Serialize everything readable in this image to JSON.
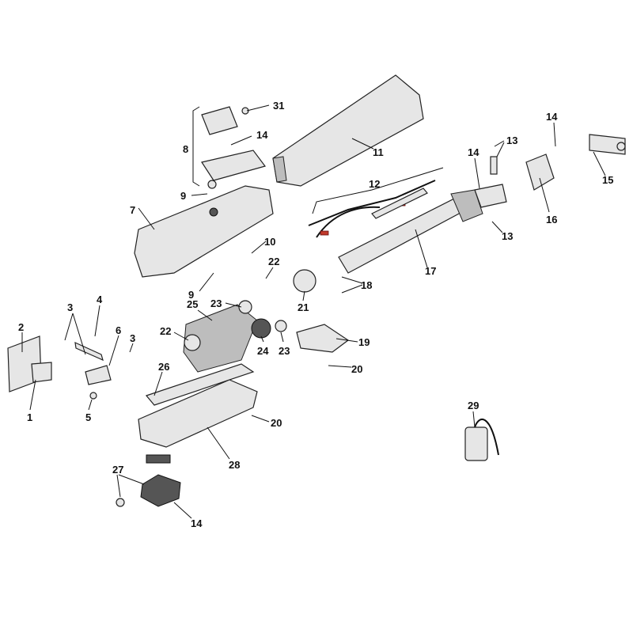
{
  "title": "Exploded parts diagram",
  "callouts": [
    {
      "text": "31"
    },
    {
      "text": "14"
    },
    {
      "text": "8"
    },
    {
      "text": "11"
    },
    {
      "text": "9"
    },
    {
      "text": "7"
    },
    {
      "text": "12"
    },
    {
      "text": "14"
    },
    {
      "text": "13"
    },
    {
      "text": "14"
    },
    {
      "text": "15"
    },
    {
      "text": "16"
    },
    {
      "text": "13"
    },
    {
      "text": "17"
    },
    {
      "text": "18"
    },
    {
      "text": "10"
    },
    {
      "text": "22"
    },
    {
      "text": "9"
    },
    {
      "text": "21"
    },
    {
      "text": "23"
    },
    {
      "text": "25"
    },
    {
      "text": "4"
    },
    {
      "text": "3"
    },
    {
      "text": "6"
    },
    {
      "text": "3"
    },
    {
      "text": "2"
    },
    {
      "text": "22"
    },
    {
      "text": "24"
    },
    {
      "text": "23"
    },
    {
      "text": "19"
    },
    {
      "text": "20"
    },
    {
      "text": "26"
    },
    {
      "text": "1"
    },
    {
      "text": "5"
    },
    {
      "text": "20"
    },
    {
      "text": "29"
    },
    {
      "text": "28"
    },
    {
      "text": "27"
    },
    {
      "text": "14"
    }
  ]
}
